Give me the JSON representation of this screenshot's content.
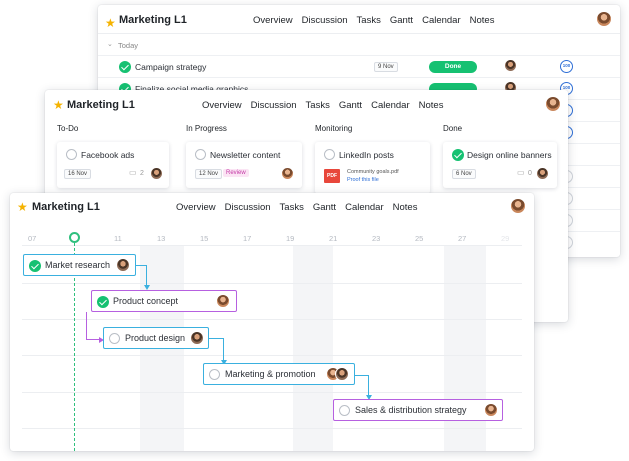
{
  "back": {
    "title": "Marketing L1",
    "nav": [
      "Overview",
      "Discussion",
      "Tasks",
      "Gantt",
      "Calendar",
      "Notes"
    ],
    "group": "Today",
    "rows": [
      {
        "name": "Campaign strategy",
        "date": "9 Nov",
        "status": "Done",
        "pct": "100"
      },
      {
        "name": "Finalize social media graphics",
        "date": "",
        "status": "",
        "pct": "100"
      }
    ]
  },
  "middle": {
    "title": "Marketing L1",
    "nav": [
      "Overview",
      "Discussion",
      "Tasks",
      "Gantt",
      "Calendar",
      "Notes"
    ],
    "columns": [
      {
        "name": "To-Do",
        "card": {
          "title": "Facebook ads",
          "date": "16 Nov",
          "comments": "2"
        }
      },
      {
        "name": "In Progress",
        "card": {
          "title": "Newsletter content",
          "date": "12 Nov",
          "tag": "Review"
        }
      },
      {
        "name": "Monitoring",
        "card": {
          "title": "LinkedIn posts",
          "file": "Community goals.pdf",
          "file_badge": "PDF",
          "file_action": "Proof this file"
        }
      },
      {
        "name": "Done",
        "card": {
          "title": "Design online banners",
          "date": "6 Nov",
          "comments": "0"
        }
      }
    ]
  },
  "front": {
    "title": "Marketing L1",
    "nav": [
      "Overview",
      "Discussion",
      "Tasks",
      "Gantt",
      "Calendar",
      "Notes"
    ],
    "dates": [
      "07",
      "09",
      "11",
      "13",
      "15",
      "17",
      "19",
      "21",
      "23",
      "25",
      "27",
      "29"
    ],
    "tasks": [
      {
        "name": "Market research",
        "done": true
      },
      {
        "name": "Product concept",
        "done": true
      },
      {
        "name": "Product design",
        "done": false
      },
      {
        "name": "Marketing & promotion",
        "done": false
      },
      {
        "name": "Sales & distribution strategy",
        "done": false
      }
    ]
  },
  "colors": {
    "done_green": "#16c172",
    "gantt_blue": "#3ab0df",
    "gantt_purple": "#b660e0",
    "star": "#f5b301"
  }
}
